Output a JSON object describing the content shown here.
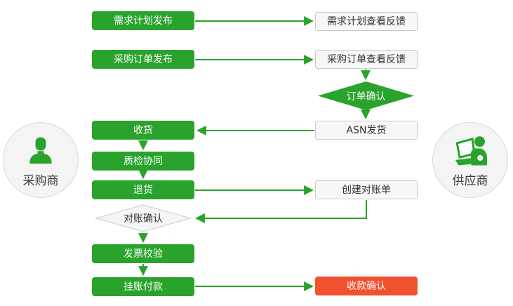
{
  "diagram": {
    "actors": {
      "buyer": {
        "label": "采购商",
        "icon": "buyer-person-icon"
      },
      "supplier": {
        "label": "供应商",
        "icon": "supplier-laptop-person-icon"
      }
    },
    "left_nodes": [
      {
        "id": "demand-plan-publish",
        "label": "需求计划发布",
        "type": "green-process"
      },
      {
        "id": "purchase-order-publish",
        "label": "采购订单发布",
        "type": "green-process"
      },
      {
        "id": "receive-goods",
        "label": "收货",
        "type": "green-process"
      },
      {
        "id": "quality-inspection",
        "label": "质检协同",
        "type": "green-process"
      },
      {
        "id": "return-goods",
        "label": "退货",
        "type": "green-process"
      },
      {
        "id": "reconciliation-confirm",
        "label": "对账确认",
        "type": "gray-decision"
      },
      {
        "id": "invoice-verification",
        "label": "发票校验",
        "type": "green-process"
      },
      {
        "id": "book-payment",
        "label": "挂账付款",
        "type": "green-process"
      }
    ],
    "right_nodes": [
      {
        "id": "demand-plan-feedback",
        "label": "需求计划查看反馈",
        "type": "white-process"
      },
      {
        "id": "purchase-order-feedback",
        "label": "采购订单查看反馈",
        "type": "white-process"
      },
      {
        "id": "order-confirm",
        "label": "订单确认",
        "type": "green-decision"
      },
      {
        "id": "asn-shipment",
        "label": "ASN发货",
        "type": "white-process"
      },
      {
        "id": "create-statement",
        "label": "创建对账单",
        "type": "white-process"
      },
      {
        "id": "payment-received-confirm",
        "label": "收款确认",
        "type": "red-process"
      }
    ],
    "colors": {
      "green": "#29a32b",
      "red": "#f1512d",
      "white_box_bg": "#f7f7f7",
      "white_box_border": "#c9c9c9",
      "gray_diamond_bg": "#f5f5f5",
      "gray_diamond_border": "#cccccc",
      "circle_bg": "#f4f4f4",
      "circle_border": "#d9d9d9"
    }
  }
}
